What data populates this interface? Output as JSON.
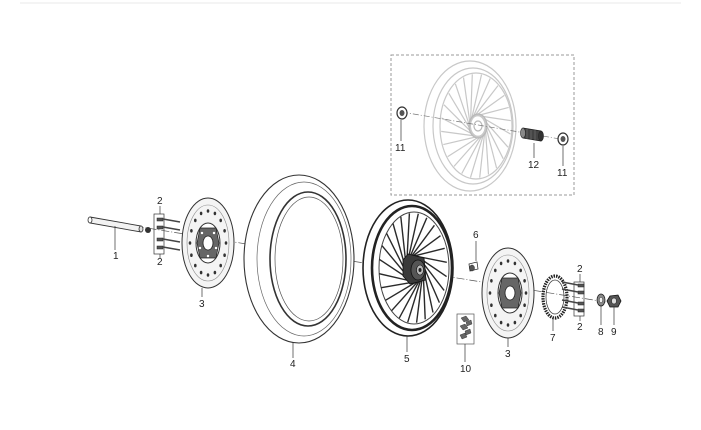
{
  "labels": {
    "p1": "1",
    "p2a": "2",
    "p2b": "2",
    "p2c": "2",
    "p2d": "2",
    "p3a": "3",
    "p3b": "3",
    "p4": "4",
    "p5": "5",
    "p6": "6",
    "p7": "7",
    "p8": "8",
    "p9": "9",
    "p10": "10",
    "p11a": "11",
    "p11b": "11",
    "p12": "12"
  },
  "colors": {
    "line": "#3a3a3a",
    "faded": "#c4c4c4",
    "dark": "#1e1e1e",
    "mid": "#7a7a7a"
  }
}
